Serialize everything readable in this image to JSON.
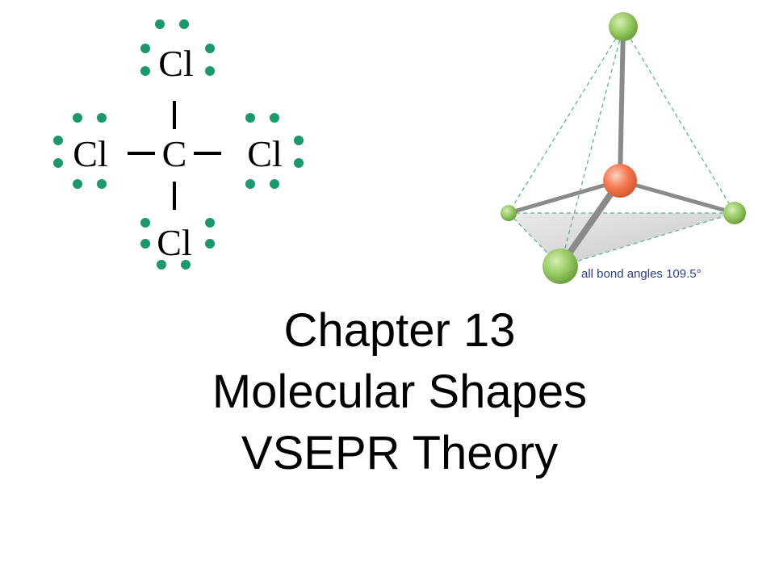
{
  "title": {
    "line1": "Chapter 13",
    "line2": "Molecular Shapes",
    "line3": "VSEPR Theory"
  },
  "lewis": {
    "central_atom": "C",
    "ligands": [
      "Cl",
      "Cl",
      "Cl",
      "Cl"
    ]
  },
  "model": {
    "caption": "all bond angles 109.5°"
  },
  "colors": {
    "lone_pair": "#1a9a6a",
    "central_sphere": "#f57a52",
    "ligand_sphere": "#99cc66",
    "caption": "#2a3f8a"
  }
}
